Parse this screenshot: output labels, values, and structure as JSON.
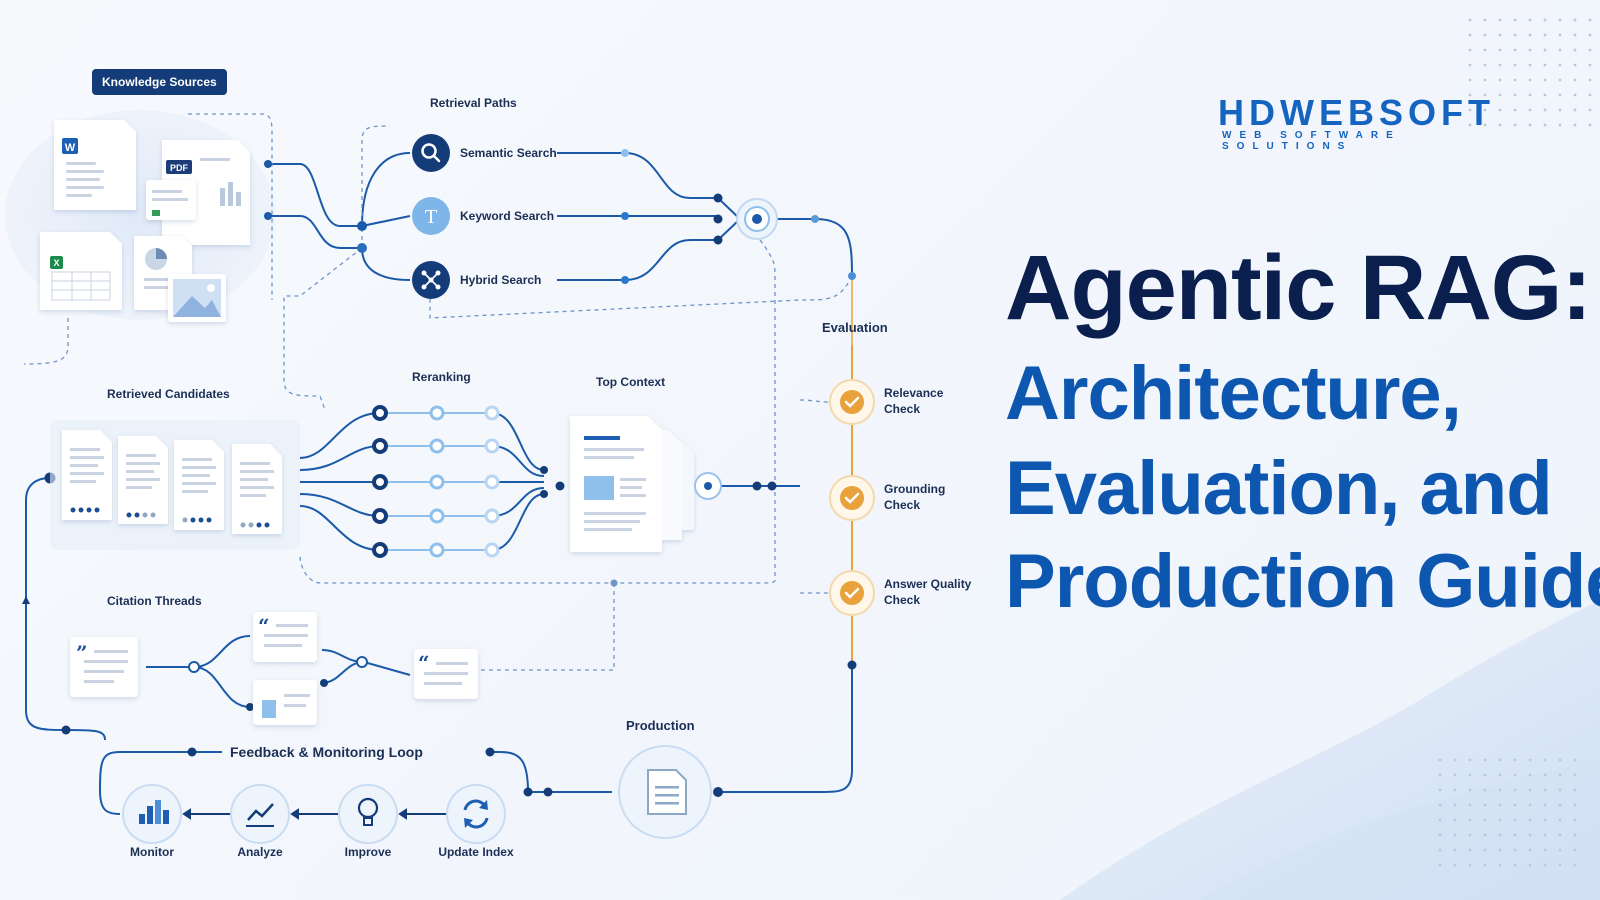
{
  "title": {
    "line1": "Agentic RAG:",
    "line2": "Architecture,",
    "line3": "Evaluation, and",
    "line4": "Production Guide"
  },
  "brand": {
    "name": "HDWEBSOFT",
    "tagline": "WEB SOFTWARE SOLUTIONS"
  },
  "diagram": {
    "knowledge_sources": {
      "label": "Knowledge Sources",
      "icons": [
        "word-doc",
        "pdf-doc",
        "excel-sheet",
        "chart-doc",
        "image-file"
      ],
      "badges": {
        "word": "W",
        "pdf": "PDF",
        "excel": "X"
      }
    },
    "retrieval_paths": {
      "label": "Retrieval Paths",
      "items": [
        {
          "label": "Semantic Search",
          "icon": "search-icon"
        },
        {
          "label": "Keyword Search",
          "icon": "text-t-icon"
        },
        {
          "label": "Hybrid Search",
          "icon": "network-icon"
        }
      ]
    },
    "retrieved_candidates": {
      "label": "Retrieved Candidates"
    },
    "reranking": {
      "label": "Reranking"
    },
    "top_context": {
      "label": "Top Context"
    },
    "evaluation": {
      "label": "Evaluation",
      "checks": [
        {
          "line1": "Relevance",
          "line2": "Check"
        },
        {
          "line1": "Grounding",
          "line2": "Check"
        },
        {
          "line1": "Answer Quality",
          "line2": "Check"
        }
      ]
    },
    "citation_threads": {
      "label": "Citation Threads"
    },
    "production": {
      "label": "Production"
    },
    "feedback_loop": {
      "label": "Feedback & Monitoring Loop",
      "steps": [
        {
          "label": "Monitor",
          "icon": "bar-chart-icon"
        },
        {
          "label": "Analyze",
          "icon": "line-chart-icon"
        },
        {
          "label": "Improve",
          "icon": "lightbulb-icon"
        },
        {
          "label": "Update Index",
          "icon": "refresh-icon"
        }
      ]
    }
  },
  "colors": {
    "navy": "#0b1f4e",
    "brand_blue": "#0e57b0",
    "line_blue": "#1a5aa8",
    "light_blue": "#8fc0ec",
    "check_orange": "#e9a23b",
    "pill_bg": "#143c78"
  }
}
